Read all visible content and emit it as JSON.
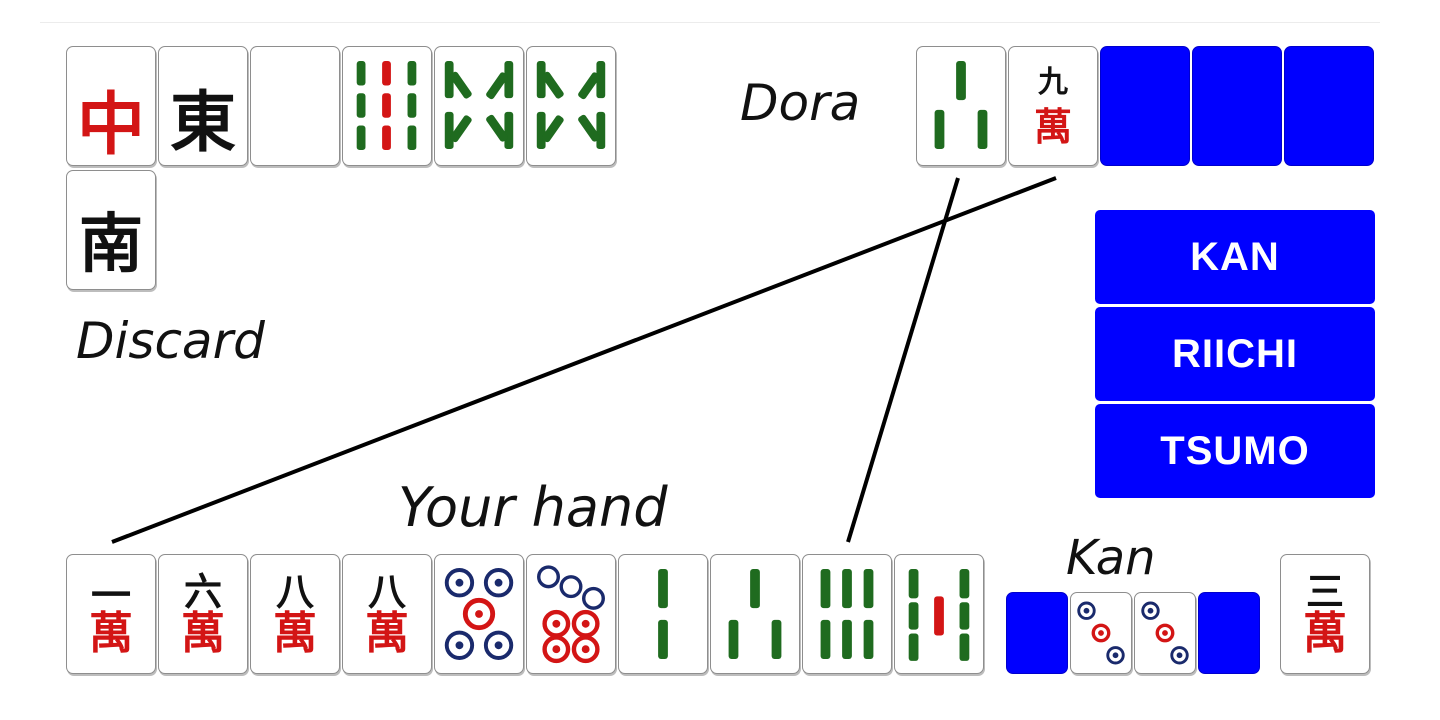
{
  "labels": {
    "dora": "Dora",
    "discard": "Discard",
    "your_hand": "Your hand",
    "kan": "Kan"
  },
  "buttons": {
    "kan": "KAN",
    "riichi": "RIICHI",
    "tsumo": "TSUMO"
  },
  "discard_tiles": [
    {
      "suit": "honor",
      "name": "red dragon",
      "glyph": "中",
      "color": "#d31515"
    },
    {
      "suit": "honor",
      "name": "east wind",
      "glyph": "東",
      "color": "#111111"
    },
    {
      "suit": "honor",
      "name": "white dragon",
      "glyph": ""
    },
    {
      "suit": "bamboo",
      "rank": 9
    },
    {
      "suit": "bamboo",
      "rank": 8
    },
    {
      "suit": "bamboo",
      "rank": 8
    },
    {
      "suit": "honor",
      "name": "south wind",
      "glyph": "南",
      "color": "#111111"
    }
  ],
  "dora_tiles": [
    {
      "suit": "bamboo",
      "rank": 3
    },
    {
      "suit": "characters",
      "rank": 9,
      "numeral": "九",
      "suit_glyph": "萬"
    },
    {
      "face": "down"
    },
    {
      "face": "down"
    },
    {
      "face": "down"
    }
  ],
  "hand_tiles": [
    {
      "suit": "characters",
      "rank": 1,
      "numeral": "一",
      "suit_glyph": "萬"
    },
    {
      "suit": "characters",
      "rank": 6,
      "numeral": "六",
      "suit_glyph": "萬"
    },
    {
      "suit": "characters",
      "rank": 8,
      "numeral": "八",
      "suit_glyph": "萬"
    },
    {
      "suit": "characters",
      "rank": 8,
      "numeral": "八",
      "suit_glyph": "萬"
    },
    {
      "suit": "dots",
      "rank": 5
    },
    {
      "suit": "dots",
      "rank": 7
    },
    {
      "suit": "bamboo",
      "rank": 2
    },
    {
      "suit": "bamboo",
      "rank": 3
    },
    {
      "suit": "bamboo",
      "rank": 6
    },
    {
      "suit": "bamboo",
      "rank": 7
    }
  ],
  "kan_tiles": [
    {
      "face": "down"
    },
    {
      "suit": "dots",
      "rank": 3
    },
    {
      "suit": "dots",
      "rank": 3
    },
    {
      "face": "down"
    }
  ],
  "drawn_tile": {
    "suit": "characters",
    "rank": 3,
    "numeral": "三",
    "suit_glyph": "萬"
  },
  "colors": {
    "tile_back": "#0000ff",
    "button_bg": "#0000ff",
    "button_text": "#ffffff",
    "bamboo": "#1f6b1f",
    "red": "#d31515",
    "dot_blue": "#1a2a6c"
  }
}
